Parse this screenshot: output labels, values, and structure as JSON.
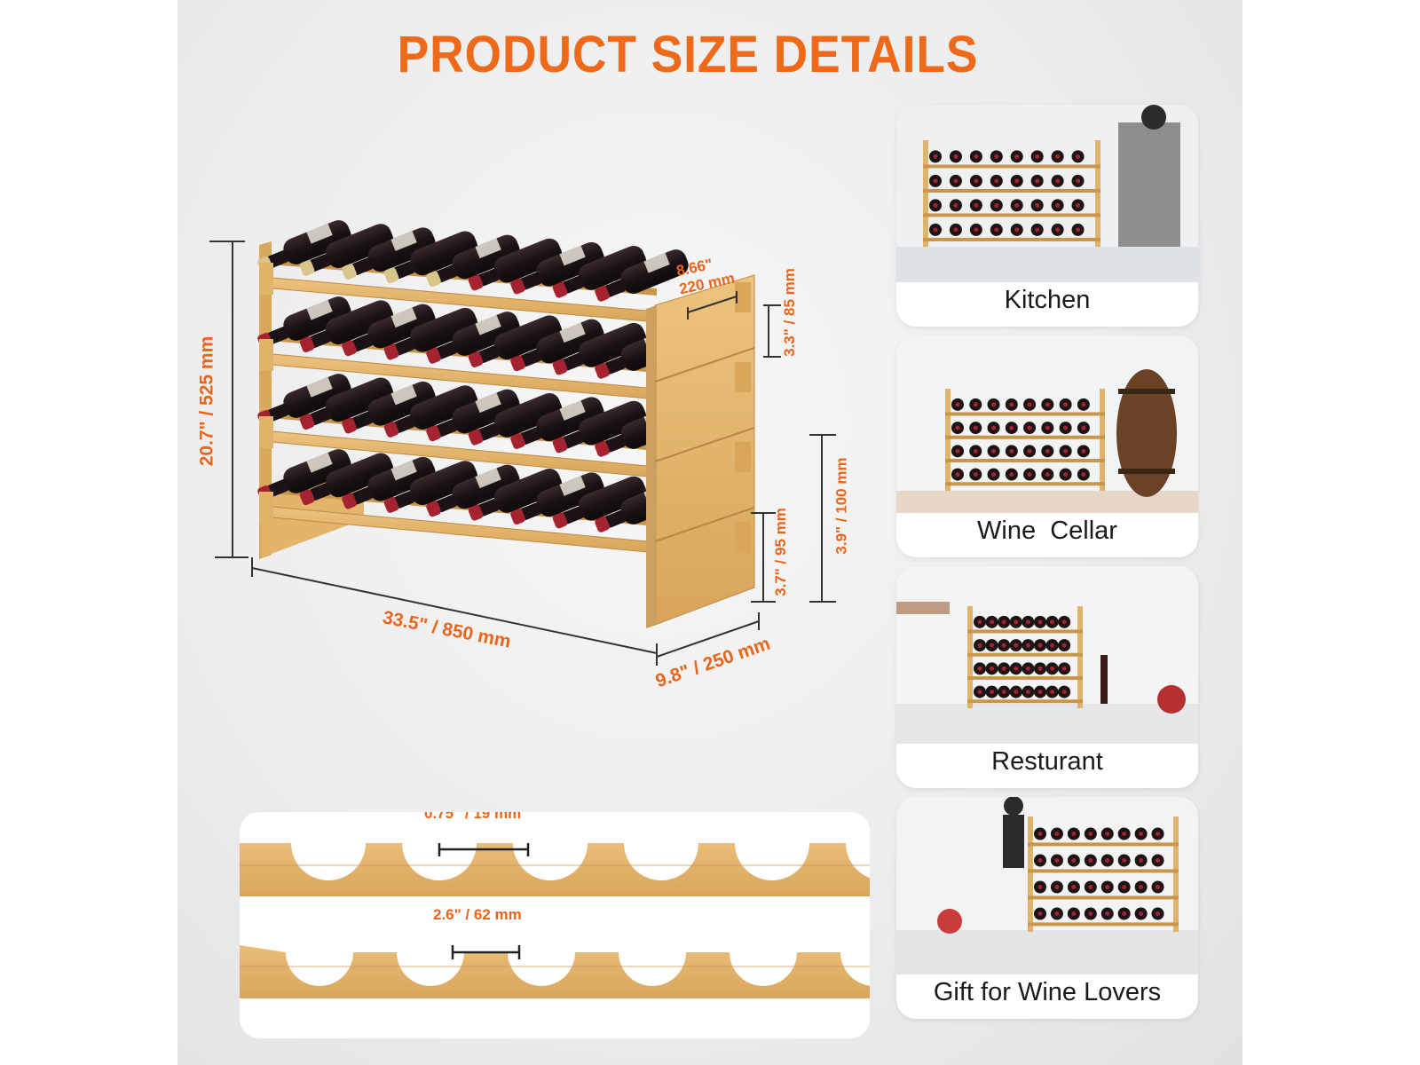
{
  "title": "PRODUCT SIZE DETAILS",
  "dimensions": {
    "height_total": "20.7\" / 525 mm",
    "width": "33.5\" / 850 mm",
    "depth": "9.8\" / 250 mm",
    "bottle_slot_width_in": "8.66\"",
    "bottle_slot_width_mm": "220 mm",
    "shelf_gap": "3.3\" / 85 mm",
    "bottom_gap": "3.7\" / 95 mm",
    "side_height": "3.9\" / 100 mm",
    "notch_thickness": "0.75\" / 19 mm",
    "notch_spacing": "2.6\" / 62 mm"
  },
  "scenes": [
    {
      "caption": "Kitchen"
    },
    {
      "caption": "Wine  Cellar"
    },
    {
      "caption": "Resturant"
    },
    {
      "caption": "Gift for Wine Lovers"
    }
  ],
  "colors": {
    "accent": "#ee6a1a",
    "bamboo": "#e0b36a",
    "bamboo_dark": "#c9954a",
    "wine": "#1d1416",
    "cork": "#a52230"
  }
}
